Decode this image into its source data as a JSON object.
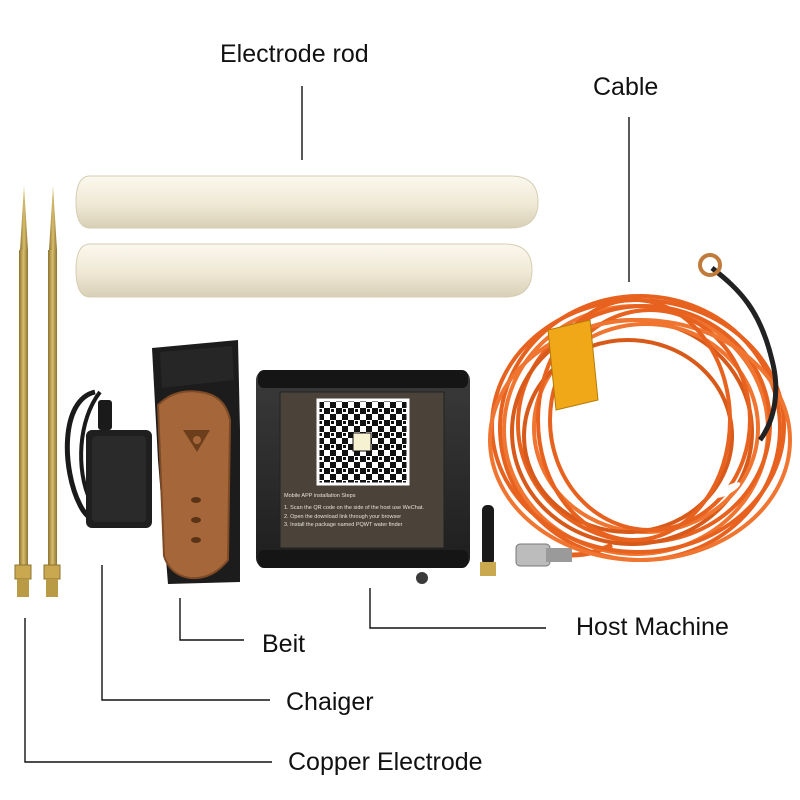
{
  "labels": {
    "electrode_rod": "Electrode rod",
    "cable": "Cable",
    "host_machine": "Host Machine",
    "belt": "Beit",
    "charger": "Chaiger",
    "copper_electrode": "Copper Electrode"
  },
  "host_panel": {
    "title": "Mobile APP installation Steps",
    "steps": [
      "1. Scan the QR code on the side of the host use WeChat.",
      "2. Open the download link through your browser",
      "3. Install the package named PQWT water finder"
    ]
  },
  "colors": {
    "background": "#ffffff",
    "rod": "#f1ebd9",
    "copper": "#b89a4a",
    "cable": "#e8621f",
    "cable_tag": "#f0a818",
    "belt_fabric": "#1c1c1c",
    "belt_leather": "#a5673a",
    "host_body": "#2b2b2b",
    "host_panel": "#4b423a"
  }
}
